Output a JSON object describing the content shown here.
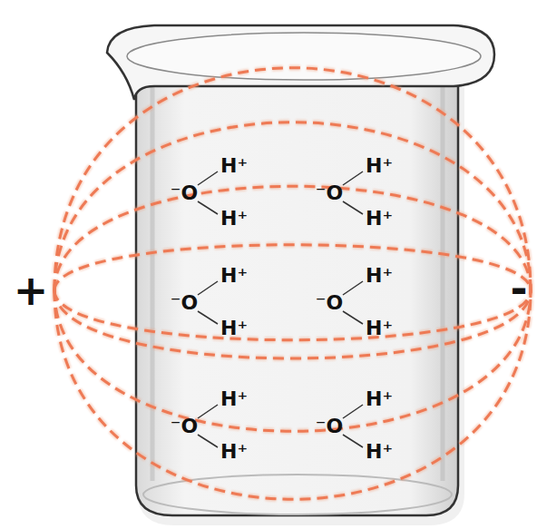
{
  "diagram": {
    "labels": [
      "+",
      "-",
      "⁻O",
      "H⁺",
      "H⁺",
      "⁻O",
      "H⁺",
      "H⁺",
      "⁻O",
      "H⁺",
      "H⁺",
      "⁻O",
      "H⁺",
      "H⁺",
      "⁻O",
      "H⁺",
      "H⁺",
      "⁻O",
      "H⁺",
      "H⁺"
    ]
  }
}
